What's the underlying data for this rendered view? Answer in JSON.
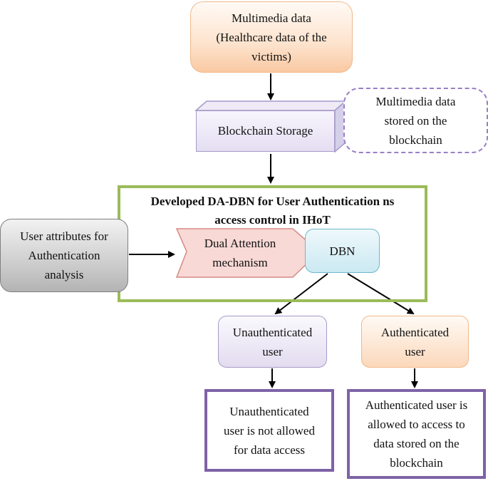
{
  "nodes": {
    "multimedia": [
      "Multimedia data",
      "(Healthcare data of the",
      "victims)"
    ],
    "storage": "Blockchain Storage",
    "note": [
      "Multimedia data",
      "stored on the",
      "blockchain"
    ],
    "frame_title": [
      "Developed DA-DBN for User Authentication ns",
      "access control in IHoT"
    ],
    "user_attributes": [
      "User attributes for",
      "Authentication",
      "analysis"
    ],
    "dual_attention": [
      "Dual Attention",
      "mechanism"
    ],
    "dbn": "DBN",
    "unauthenticated": [
      "Unauthenticated",
      "user"
    ],
    "authenticated": [
      "Authenticated",
      "user"
    ],
    "unauth_result": [
      "Unauthenticated",
      "user is not allowed",
      "for data access"
    ],
    "auth_result": [
      "Authenticated user is",
      "allowed to access to",
      "data stored on the",
      "blockchain"
    ]
  }
}
